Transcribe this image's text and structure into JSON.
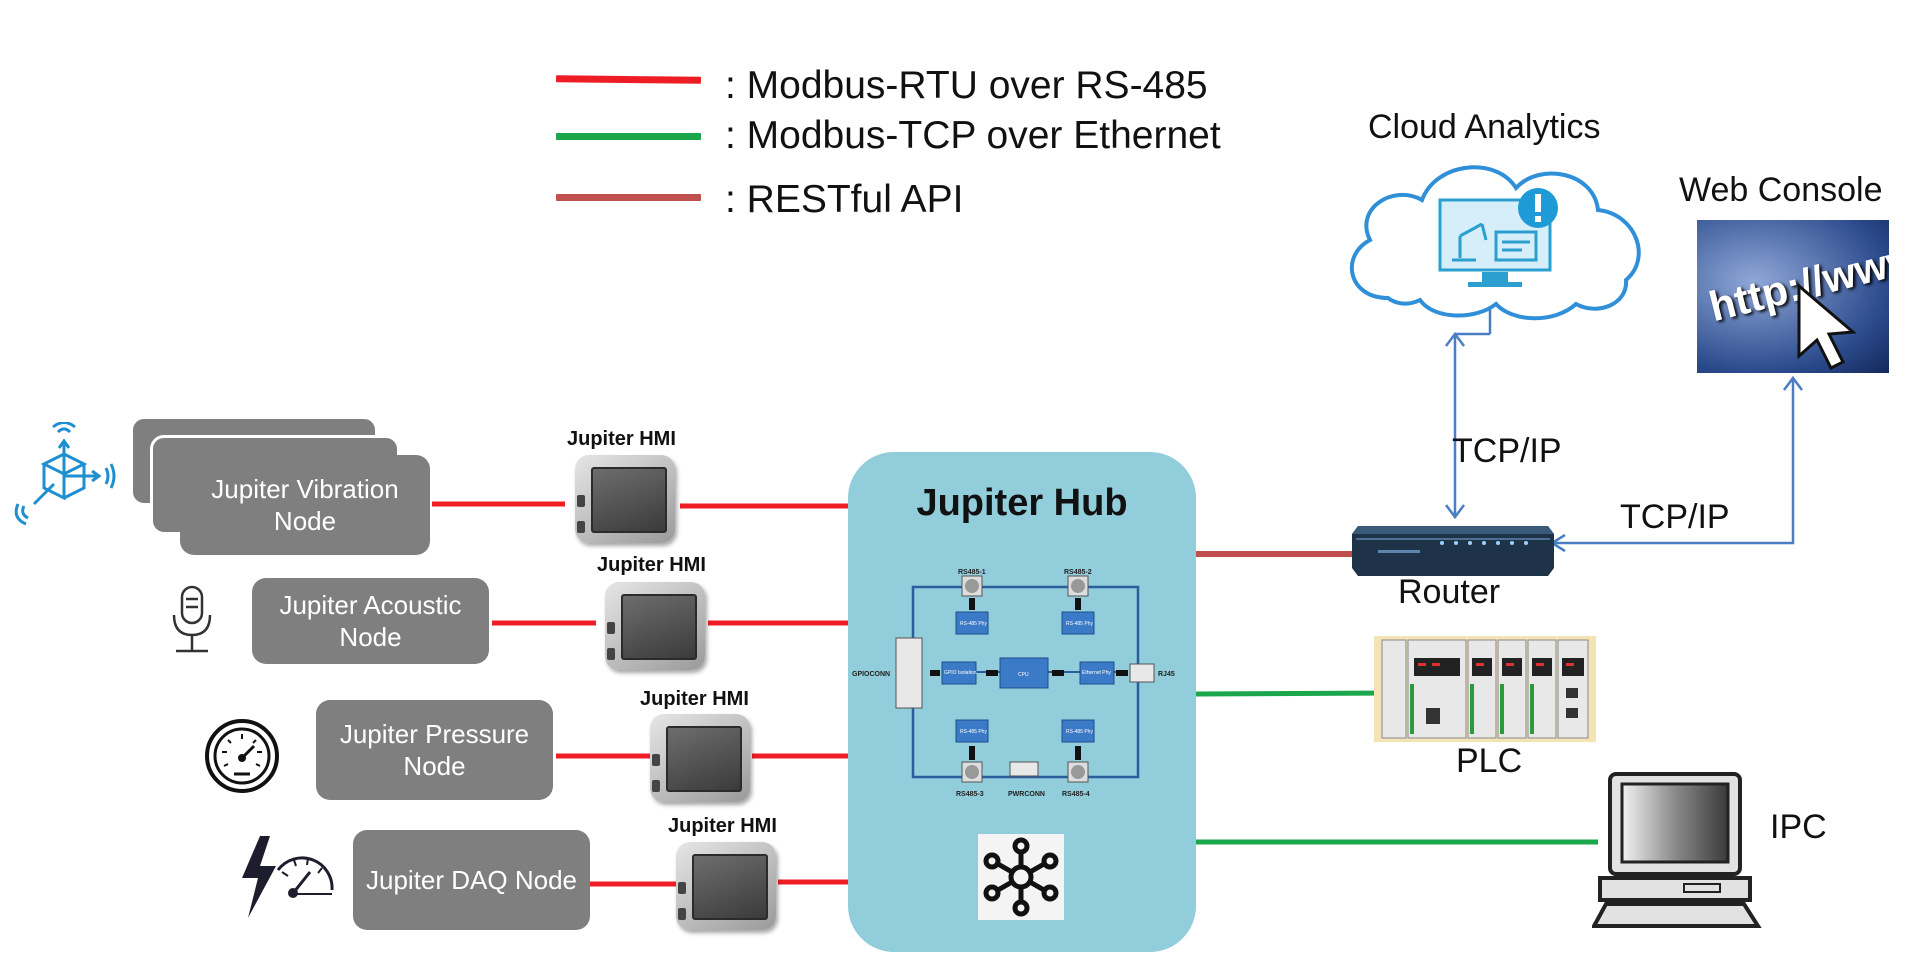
{
  "legend": [
    {
      "label": ": Modbus-RTU over RS-485",
      "color": "#ee1c24"
    },
    {
      "label": ": Modbus-TCP over Ethernet",
      "color": "#1aa64a"
    },
    {
      "label": ": RESTful API",
      "color": "#c0504d"
    }
  ],
  "nodes": [
    {
      "label": "Jupiter Vibration Node",
      "icon": "vibration-sensor-icon"
    },
    {
      "label": "Jupiter Acoustic Node",
      "icon": "microphone-icon"
    },
    {
      "label": "Jupiter Pressure Node",
      "icon": "pressure-gauge-icon"
    },
    {
      "label": "Jupiter DAQ Node",
      "icon": "power-meter-icon"
    }
  ],
  "hmi_label": "Jupiter HMI",
  "hub": {
    "title": "Jupiter Hub",
    "block_labels": [
      "RS485-1",
      "RS485-2",
      "RS485-3",
      "RS485-4",
      "GPIOCONN",
      "RJ45",
      "PWRCONN",
      "CPU",
      "GPIO Isolation",
      "Ethernet Phy",
      "RS-485 Phy"
    ]
  },
  "devices": {
    "cloud": "Cloud Analytics",
    "web": "Web Console",
    "web_text": "http://www",
    "router": "Router",
    "plc": "PLC",
    "ipc": "IPC"
  },
  "links": {
    "tcp_cloud": "TCP/IP",
    "tcp_web": "TCP/IP"
  },
  "colors": {
    "rtu": "#ee1c24",
    "tcp": "#1aa64a",
    "rest": "#c0504d",
    "tcpip_arrow": "#4a7ec2",
    "node": "#7f7f7f",
    "hub": "#92cddc"
  }
}
